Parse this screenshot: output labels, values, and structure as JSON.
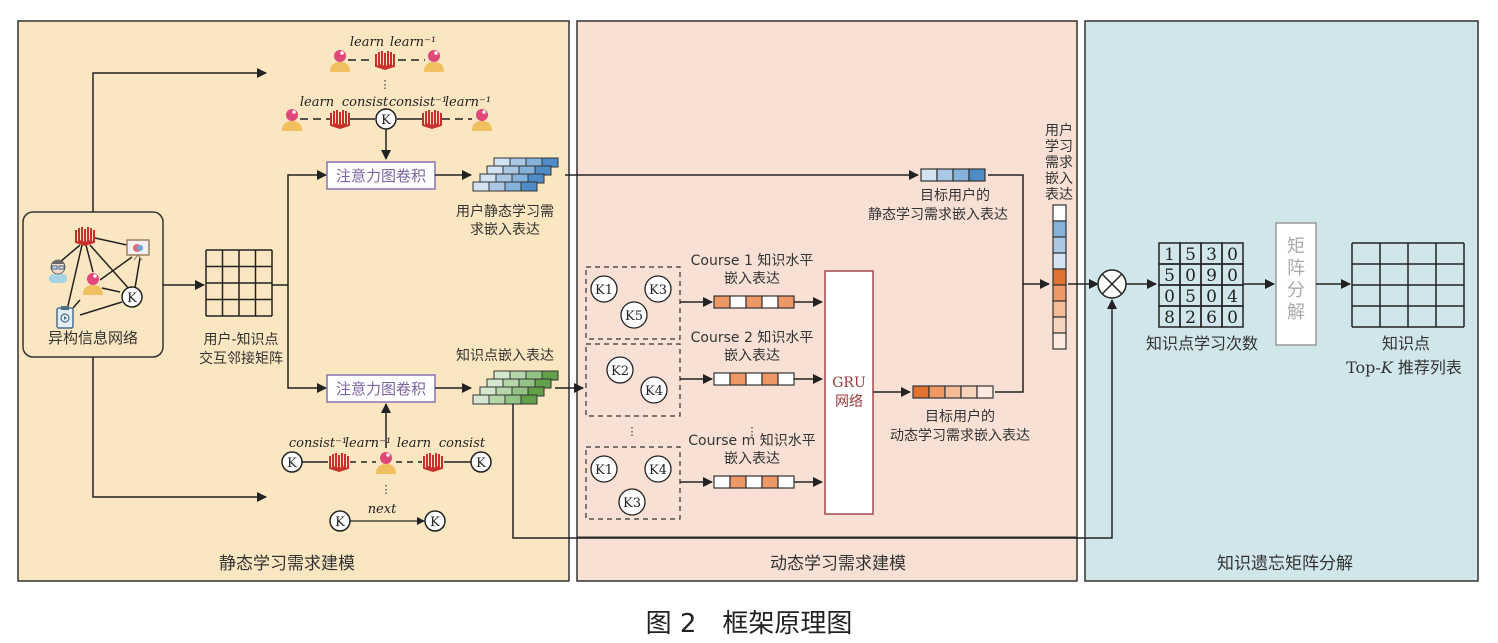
{
  "caption": "图 2　框架原理图",
  "panels": {
    "static": {
      "title": "静态学习需求建模",
      "color": "#fbe6c2"
    },
    "dynamic": {
      "title": "动态学习需求建模",
      "color": "#f8e1d4"
    },
    "mf": {
      "title": "知识遗忘矩阵分解",
      "color": "#d0e6ea"
    }
  },
  "hin": {
    "label": "异构信息网络",
    "k_node": "K"
  },
  "adjacency": {
    "label_line1": "用户-知识点",
    "label_line2": "交互邻接矩阵"
  },
  "attention_top": {
    "label": "注意力图卷积"
  },
  "attention_bottom": {
    "label": "注意力图卷积"
  },
  "user_static_emb": {
    "label_line1": "用户静态学习需",
    "label_line2": "求嵌入表达"
  },
  "knowledge_emb": {
    "label": "知识点嵌入表达"
  },
  "metapath_top": {
    "path1": [
      "learn",
      "learn⁻¹"
    ],
    "path2": [
      "learn",
      "consist",
      "consist⁻¹",
      "learn⁻¹"
    ],
    "k_node": "K",
    "ellipsis": "⋮"
  },
  "metapath_bottom": {
    "path1": [
      "consist⁻¹",
      "learn⁻¹",
      "learn",
      "consist"
    ],
    "path2_label": "next",
    "k_node": "K",
    "ellipsis": "⋮"
  },
  "courses": [
    {
      "label_line1": "Course 1 知识水平",
      "label_line2": "嵌入表达",
      "nodes": [
        "K1",
        "K3",
        "K5"
      ]
    },
    {
      "label_line1": "Course 2 知识水平",
      "label_line2": "嵌入表达",
      "nodes": [
        "K2",
        "K4"
      ]
    },
    {
      "label_line1": "Course m 知识水平",
      "label_line2": "嵌入表达",
      "nodes": [
        "K1",
        "K4",
        "K3"
      ]
    }
  ],
  "gru": {
    "line1": "GRU",
    "line2": "网络"
  },
  "target_static": {
    "line1": "目标用户的",
    "line2": "静态学习需求嵌入表达"
  },
  "target_dynamic": {
    "line1": "目标用户的",
    "line2": "动态学习需求嵌入表达"
  },
  "user_need_emb": {
    "label_chars": [
      "用户",
      "学习",
      "需求",
      "嵌入",
      "表达"
    ]
  },
  "learn_counts": {
    "label": "知识点学习次数",
    "matrix": [
      [
        1,
        5,
        3,
        0
      ],
      [
        5,
        0,
        9,
        0
      ],
      [
        0,
        5,
        0,
        4
      ],
      [
        8,
        2,
        6,
        0
      ]
    ]
  },
  "mf_box": {
    "chars": [
      "矩",
      "阵",
      "分",
      "解"
    ]
  },
  "topk": {
    "line1": "知识点",
    "line2_prefix": "Top-",
    "line2_k": "K",
    "line2_suffix": " 推荐列表"
  },
  "colors": {
    "blue": [
      "#d3e3f1",
      "#a9c8e4",
      "#85b2db",
      "#4f8cc7"
    ],
    "green": [
      "#d5e8cf",
      "#b4d6a8",
      "#94c485",
      "#62a14a"
    ],
    "orange": [
      "#e2722f",
      "#ee9866",
      "#f4bd98",
      "#f8d3bb",
      "#fbeadd"
    ],
    "book": "#c9302c",
    "user_head": "#e0487a",
    "user_body": "#f0c060"
  }
}
